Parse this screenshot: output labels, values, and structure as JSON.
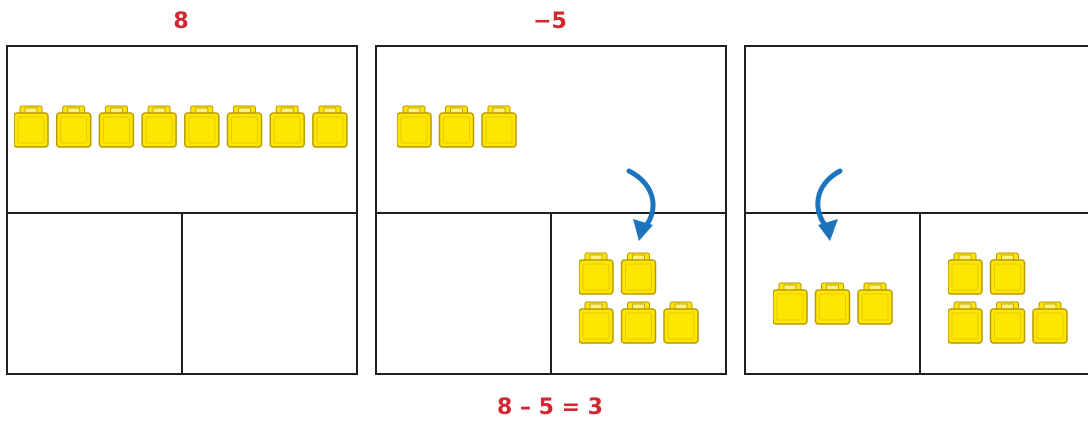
{
  "labels": {
    "start": "8",
    "take_away": "−5",
    "equation": "8 – 5 = 3"
  },
  "colors": {
    "label": "#d3262e",
    "line": "#231f20",
    "cube_fill": "#ffe600",
    "cube_edge": "#b89a00",
    "arrow": "#1c75bc"
  },
  "mats": [
    {
      "top_cubes": 8,
      "bottom_left_cubes": 0,
      "bottom_right_cubes": 0,
      "arrow": "none"
    },
    {
      "top_cubes": 3,
      "bottom_left_cubes": 0,
      "bottom_right_cubes": 5,
      "arrow": "top-to-bottom-right"
    },
    {
      "top_cubes": 0,
      "bottom_left_cubes": 3,
      "bottom_right_cubes": 5,
      "arrow": "top-to-bottom-left"
    }
  ]
}
